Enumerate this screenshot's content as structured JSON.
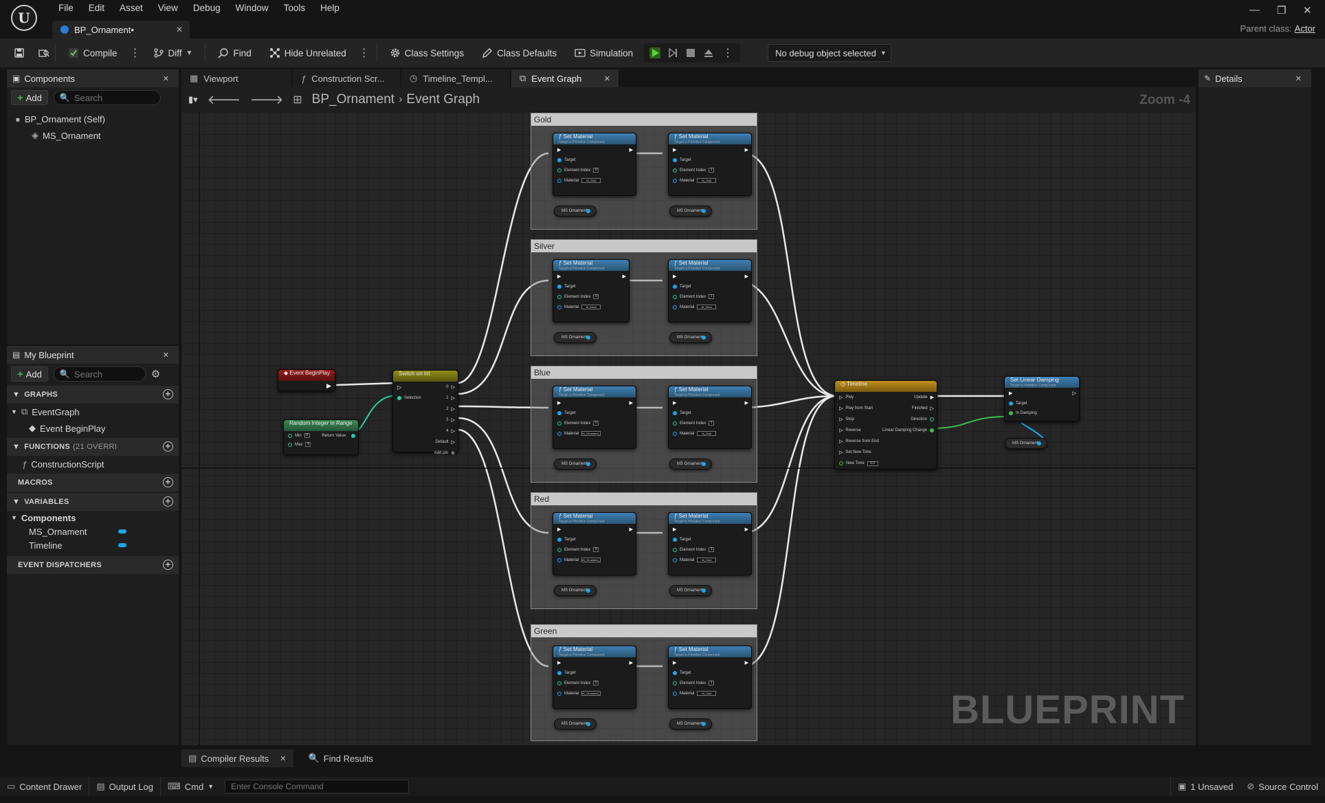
{
  "window": {
    "menu": [
      "File",
      "Edit",
      "Asset",
      "View",
      "Debug",
      "Window",
      "Tools",
      "Help"
    ],
    "doc_tab": "BP_Ornament•",
    "parent_class_label": "Parent class:",
    "parent_class_value": "Actor"
  },
  "toolbar": {
    "compile": "Compile",
    "diff": "Diff",
    "find": "Find",
    "hide_unrelated": "Hide Unrelated",
    "class_settings": "Class Settings",
    "class_defaults": "Class Defaults",
    "simulation": "Simulation",
    "debug_object": "No debug object selected"
  },
  "components_panel": {
    "title": "Components",
    "add": "Add",
    "search_placeholder": "Search",
    "items": [
      "BP_Ornament (Self)",
      "MS_Ornament"
    ]
  },
  "my_blueprint": {
    "title": "My Blueprint",
    "add": "Add",
    "search_placeholder": "Search",
    "graphs_label": "GRAPHS",
    "event_graph": "EventGraph",
    "event_beginplay": "Event BeginPlay",
    "functions_label": "FUNCTIONS",
    "functions_count": "(21 OVERRI",
    "construction_script": "ConstructionScript",
    "macros_label": "MACROS",
    "variables_label": "VARIABLES",
    "components_group": "Components",
    "variables": [
      "MS_Ornament",
      "Timeline"
    ],
    "event_dispatchers_label": "EVENT DISPATCHERS"
  },
  "graph_tabs": [
    "Viewport",
    "Construction Scr...",
    "Timeline_Templ...",
    "Event Graph"
  ],
  "breadcrumb": {
    "blueprint": "BP_Ornament",
    "graph": "Event Graph",
    "zoom": "Zoom -4"
  },
  "watermark": "BLUEPRINT",
  "comments": [
    "Gold",
    "Silver",
    "Blue",
    "Red",
    "Green"
  ],
  "nodes": {
    "set_material": "Set Material",
    "target_is": "Target is Primitive Component",
    "target": "Target",
    "element_index": "Element Index",
    "material": "Material",
    "ms_ornament": "MS Ornament",
    "begin_play": "Event BeginPlay",
    "random": "Random Integer in Range",
    "min": "Min",
    "max": "Max",
    "min_val": "0",
    "max_val": "4",
    "return_value": "Return Value",
    "switch": "Switch on Int",
    "selection": "Selection",
    "default": "Default",
    "add_pin": "Add pin",
    "switch_outs": [
      "0",
      "1",
      "2",
      "3",
      "4"
    ],
    "timeline": "Timeline",
    "tl_inputs": [
      "Play",
      "Play from Start",
      "Stop",
      "Reverse",
      "Reverse from End",
      "Set New Time",
      "New Time"
    ],
    "tl_outputs": [
      "Update",
      "Finished",
      "Direction",
      "Linear Damping Change"
    ],
    "new_time_val": "0.0",
    "set_damping": "Set Linear Damping",
    "in_damping": "In Damping",
    "materials": {
      "gold": "M_Gold",
      "silver": "M_Silver",
      "blue": "M_Ornament_Bl",
      "red": "M_Ornament_Re",
      "red2": "M_Gold",
      "green": "M_Ornament_Gr",
      "green2": "M_Gold"
    },
    "idx0": "0",
    "idx1": "1"
  },
  "bottom_tabs": [
    "Compiler Results",
    "Find Results"
  ],
  "statusbar": {
    "content_drawer": "Content Drawer",
    "output_log": "Output Log",
    "cmd": "Cmd",
    "console_placeholder": "Enter Console Command",
    "unsaved": "1 Unsaved",
    "source_control": "Source Control"
  },
  "details_panel": {
    "title": "Details"
  },
  "colors": {
    "exec": "#ffffff",
    "object_pin": "#1aa7f0",
    "int_pin": "#1ed2a6",
    "float_pin": "#39c24a"
  }
}
